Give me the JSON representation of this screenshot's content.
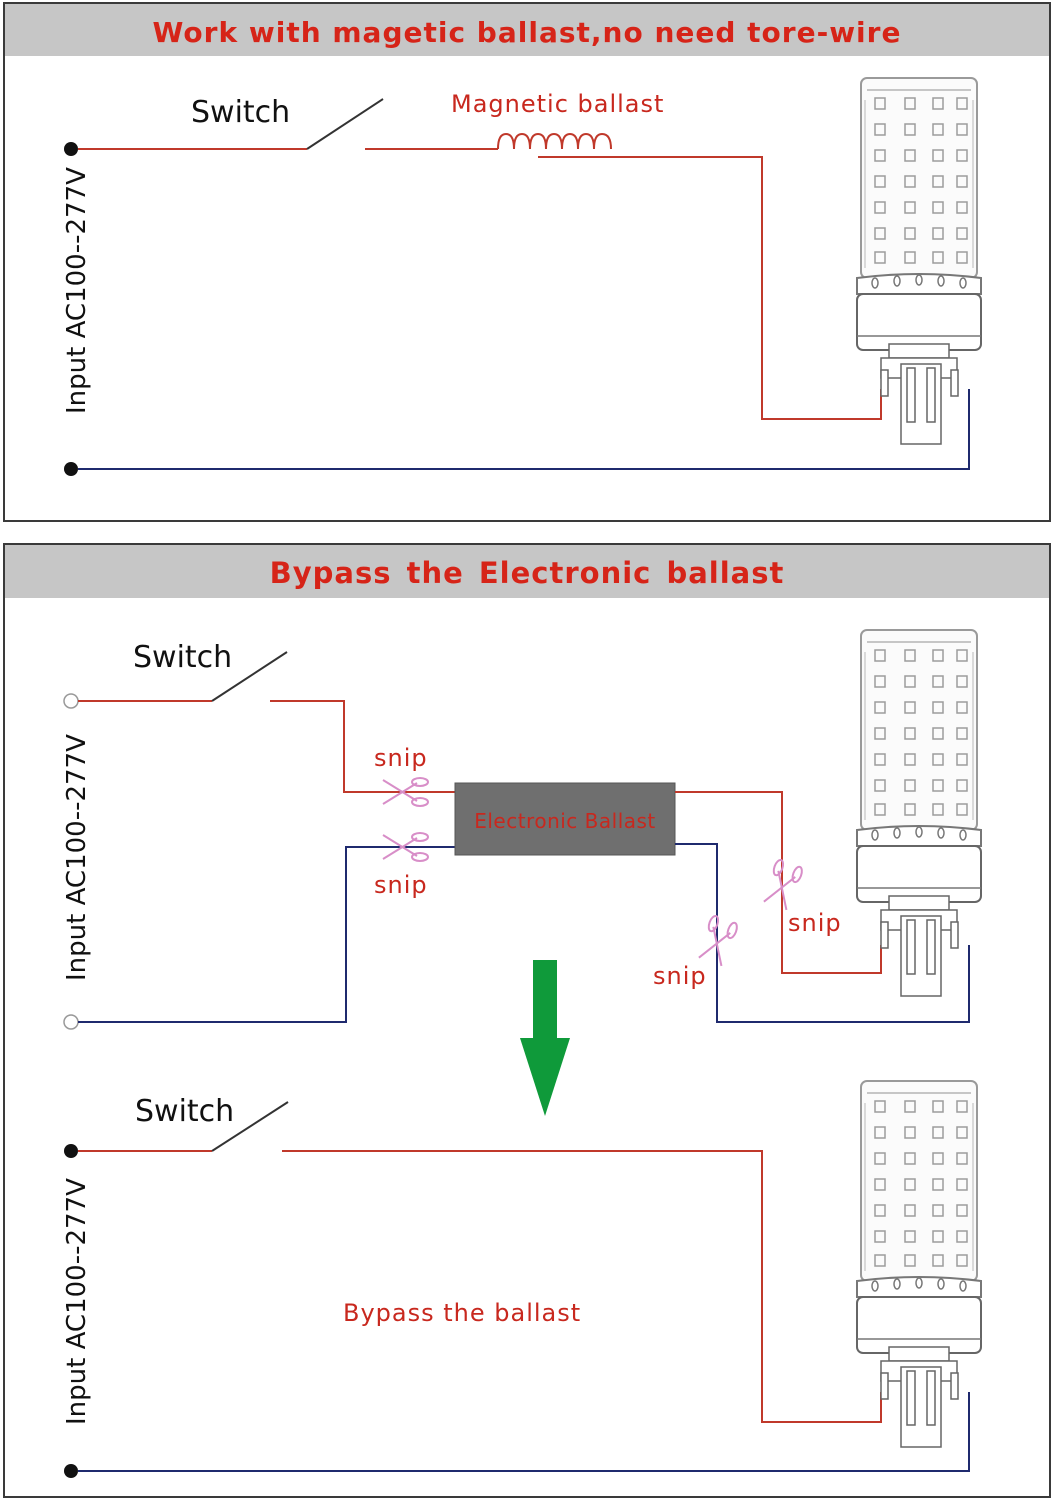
{
  "colors": {
    "live": "#c0392b",
    "neutral": "#1f2a6e",
    "banner_bg": "#c6c6c6",
    "banner_text": "#d62418",
    "ballast_box": "#6f6f6f",
    "arrow": "#0f9a3a",
    "scissors": "#d88ec8"
  },
  "top_panel": {
    "title": "Work with magetic ballast,no need tore-wire",
    "switch_label": "Switch",
    "ballast_label": "Magnetic ballast",
    "input_label": "Input AC100--277V"
  },
  "bottom_panel": {
    "title": "Bypass the  Electronic ballast",
    "before": {
      "switch_label": "Switch",
      "ballast_label": "Electronic Ballast",
      "input_label": "Input AC100--277V",
      "snip_labels": [
        "snip",
        "snip",
        "snip",
        "snip"
      ]
    },
    "after": {
      "switch_label": "Switch",
      "bypass_label": "Bypass the ballast",
      "input_label": "Input AC100--277V"
    }
  },
  "icons": {
    "bulb": "led-corn-bulb-icon",
    "scissors": "scissors-icon",
    "arrow": "arrow-down-icon",
    "coil": "inductor-coil-icon"
  }
}
